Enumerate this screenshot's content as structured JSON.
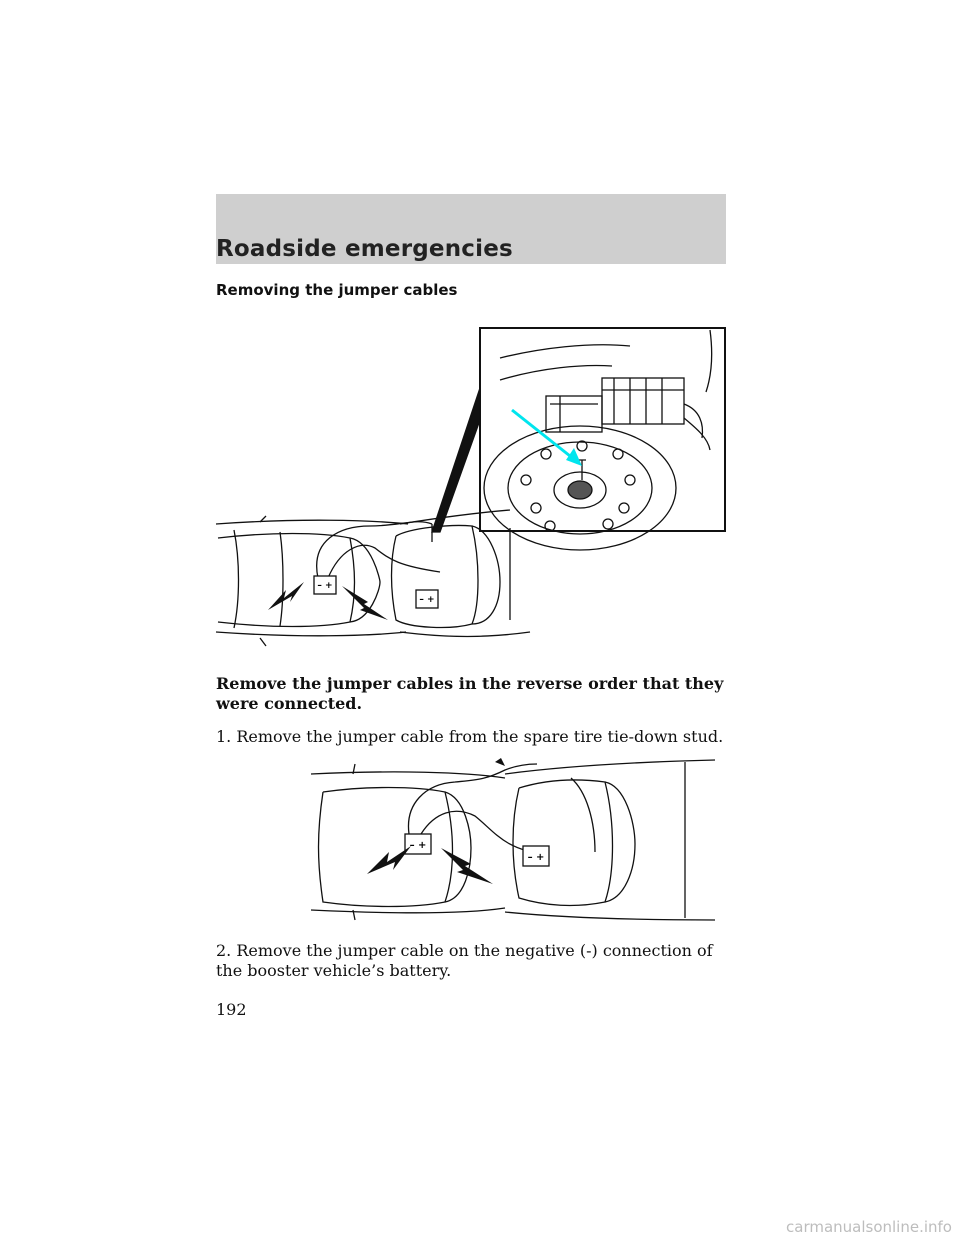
{
  "header": {
    "title": "Roadside emergencies"
  },
  "section": {
    "heading": "Removing the jumper cables"
  },
  "paragraphs": {
    "intro": "Remove the jumper cables in the reverse order that they were connected.",
    "step1": "1. Remove the jumper cable from the spare tire tie-down stud.",
    "step2": "2. Remove the jumper cable on the negative (-) connection of the booster vehicle’s battery."
  },
  "battery": {
    "terminal_label": "– +"
  },
  "page_number": "192",
  "watermark": "carmanualsonline.info",
  "colors": {
    "header_band": "#cfcfcf",
    "indicator_arrow": "#00e5ee"
  }
}
